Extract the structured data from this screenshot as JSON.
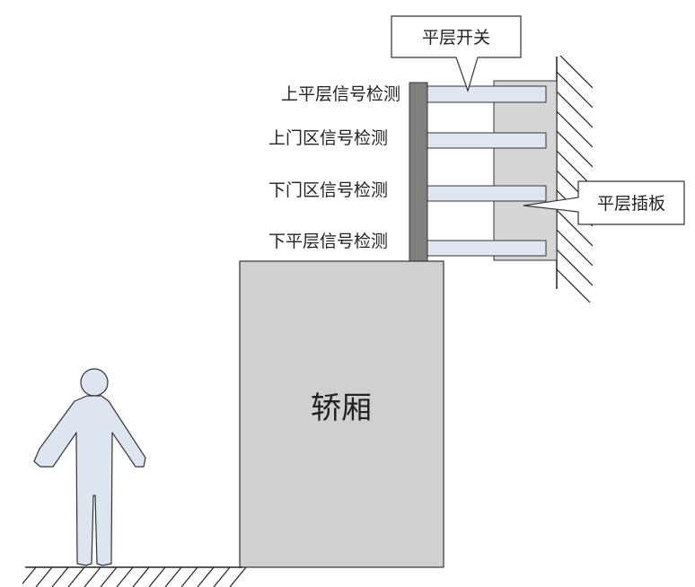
{
  "callouts": {
    "switch": "平层开关",
    "plate": "平层插板"
  },
  "sensors": [
    {
      "label": "上平层信号检测"
    },
    {
      "label": "上门区信号检测"
    },
    {
      "label": "下门区信号检测"
    },
    {
      "label": "下平层信号检测"
    }
  ],
  "car": {
    "label": "轿厢"
  },
  "colors": {
    "car_fill": "#d0d0d0",
    "bar_fill": "#7f7f7f",
    "plate_fill": "#d6d6d6",
    "arm_fill": "#dfe6ef",
    "person_fill": "#dde6f0"
  }
}
